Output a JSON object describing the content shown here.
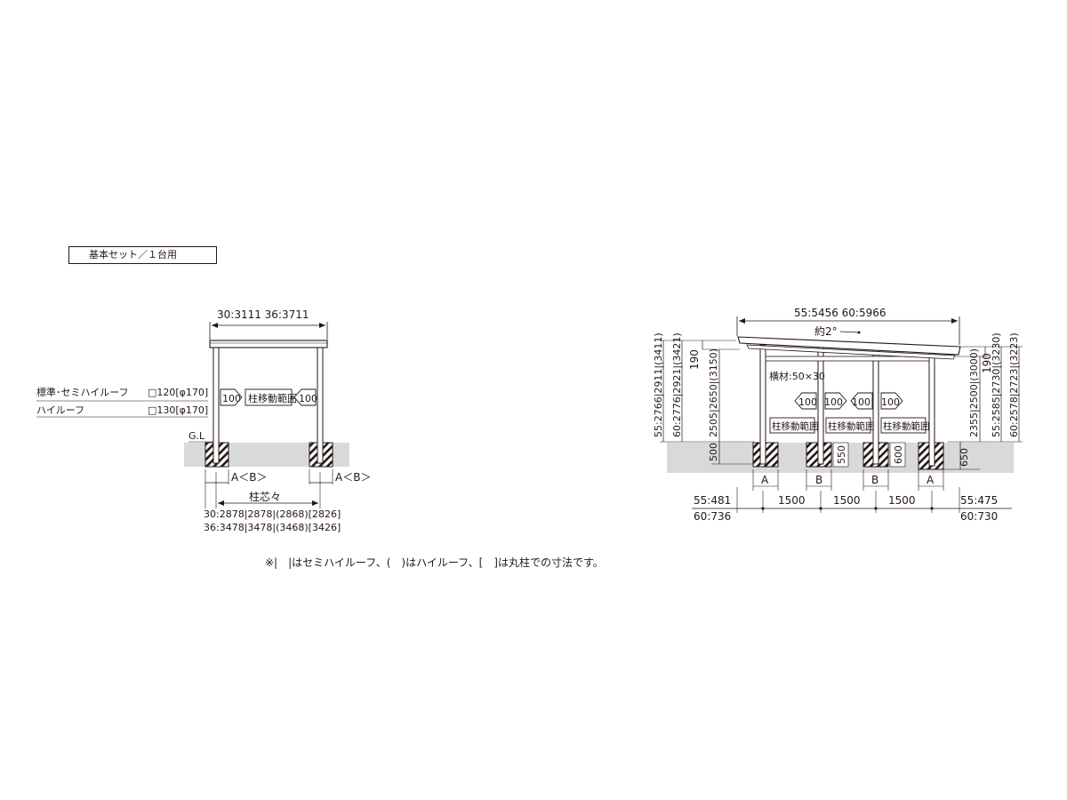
{
  "title": "基本セット／１台用",
  "note": "※|　|はセミハイルーフ、(　)はハイルーフ、[　]は丸柱での寸法です。",
  "side_view": {
    "width_dim": "30:3111  36:3711",
    "label_standard": "標準･セミハイルーフ",
    "label_high": "ハイルーフ",
    "post_standard": "□120[φ170]",
    "post_high": "□130[φ170]",
    "arrow_value": "100",
    "move_range": "柱移動範囲",
    "gl": "G.L",
    "ab_label": "A＜B＞",
    "post_center": "柱芯々",
    "center_dims_30": "30:2878|2878|(2868)[2826]",
    "center_dims_36": "36:3478|3478|(3468)[3426]"
  },
  "front_view": {
    "length_dim": "55:5456  60:5966",
    "angle": "約2°",
    "beam": "横材:50×30",
    "arrow_value": "100",
    "move_range": "柱移動範囲",
    "left_height_55": "55:2766|2911|(3411)",
    "left_height_60": "60:2776|2921|(3421)",
    "left_190": "190",
    "left_clear": "2505|2650|(3150)",
    "left_500": "500",
    "right_height_55": "55:2585|2730|(3230)",
    "right_height_60": "60:2578|2723|(3223)",
    "right_190": "190",
    "right_clear": "2355|2500|(3000)",
    "right_650": "650",
    "depth_550": "550",
    "depth_600": "600",
    "footing_labels": [
      "A",
      "B",
      "B",
      "A"
    ],
    "spacing": [
      "1500",
      "1500",
      "1500"
    ],
    "left_overhang_55": "55:481",
    "left_overhang_60": "60:736",
    "right_overhang_55": "55:475",
    "right_overhang_60": "60:730"
  }
}
